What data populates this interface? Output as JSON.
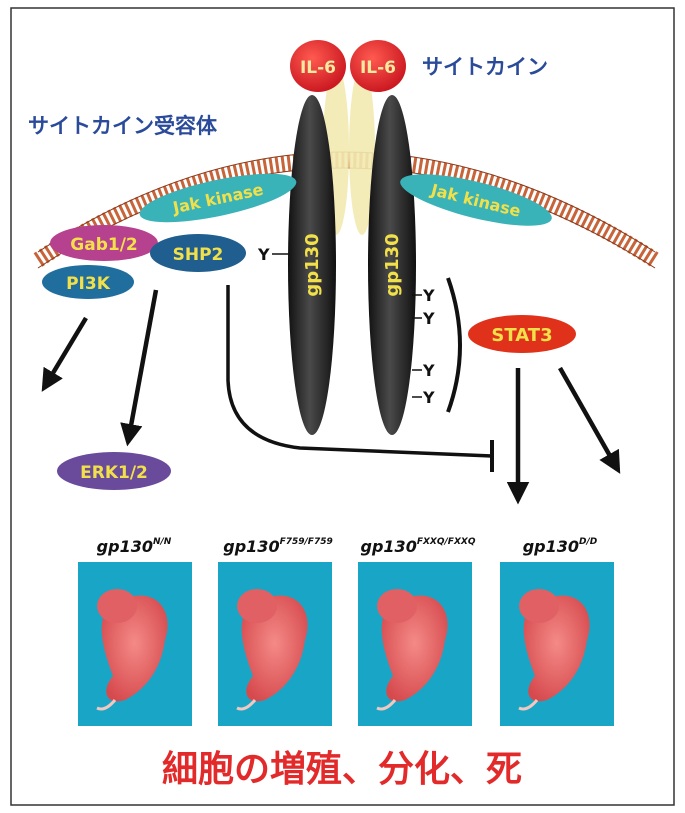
{
  "diagram": {
    "ligand_label": "IL-6",
    "cytokine_label": "サイトカイン",
    "receptor_label": "サイトカイン受容体",
    "jak_label": "Jak kinase",
    "gp130_label": "gp130",
    "gab_label": "Gab1/2",
    "pi3k_label": "PI3K",
    "shp2_label": "SHP2",
    "stat3_label": "STAT3",
    "erk_label": "ERK1/2",
    "tyrosine_label": "Y"
  },
  "mice": [
    {
      "base": "gp130",
      "superscript": "N/N"
    },
    {
      "base": "gp130",
      "superscript": "F759/F759"
    },
    {
      "base": "gp130",
      "superscript": "FXXQ/FXXQ"
    },
    {
      "base": "gp130",
      "superscript": "D/D"
    }
  ],
  "caption": "細胞の増殖、分化、死",
  "colors": {
    "ligand_red": "#e8262e",
    "cytokine_text": "#2a4a9a",
    "membrane": "#c8643a",
    "receptor_dark": "#2b2b2b",
    "jak_teal": "#3ab3b8",
    "gab_magenta": "#b6418e",
    "pi3k_blue": "#1f6e9e",
    "erk_purple": "#6a4a9a",
    "stat3_red": "#e0321a",
    "label_yellow": "#f2e04a",
    "photo_bg": "#19a6c6",
    "caption_red": "#e22a2a"
  }
}
